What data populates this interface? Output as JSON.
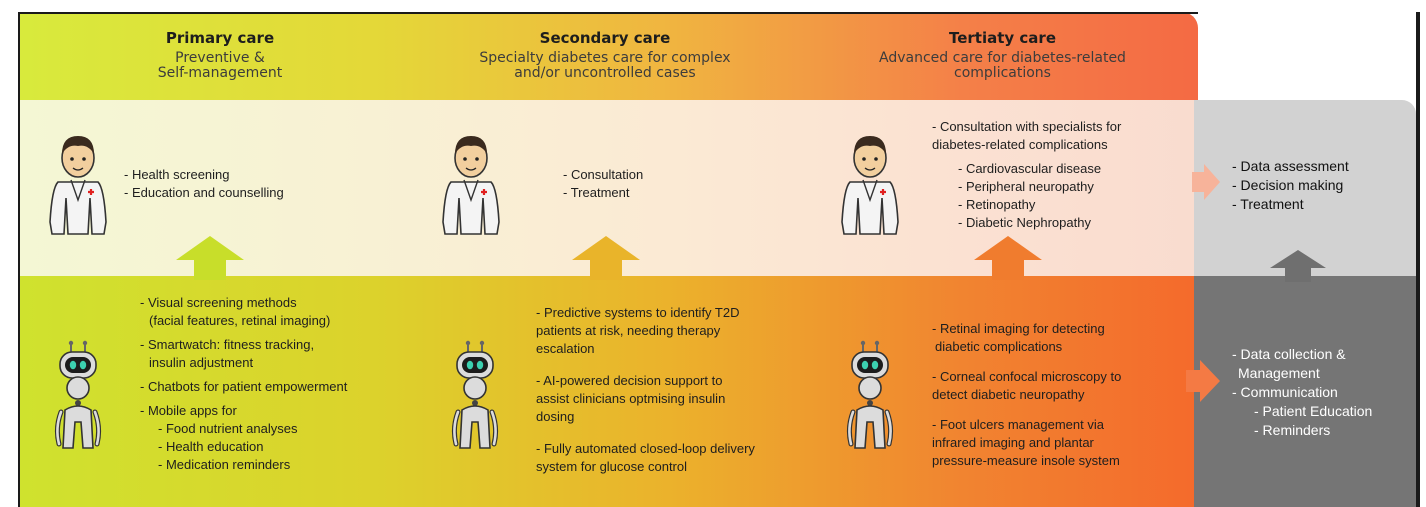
{
  "columns": [
    {
      "title": "Primary care",
      "subtitle": [
        "Preventive &",
        "Self-management"
      ],
      "doctor_items": [
        "- Health screening",
        "- Education and counselling"
      ],
      "ai_items": [
        "- Visual screening methods",
        "  (facial features, retinal imaging)",
        "- Smartwatch: fitness tracking,",
        "  insulin adjustment",
        "- Chatbots for patient empowerment",
        "- Mobile apps for",
        "    - Food nutrient analyses",
        "    - Health education",
        "    - Medication reminders"
      ]
    },
    {
      "title": "Secondary care",
      "subtitle": [
        "Specialty diabetes care for complex",
        "and/or uncontrolled cases"
      ],
      "doctor_items": [
        "- Consultation",
        "- Treatment"
      ],
      "ai_items": [
        "- Predictive systems to identify T2D",
        "patients at risk, needing therapy",
        "escalation",
        "- AI-powered decision support to",
        "assist clinicians optmising insulin",
        "dosing",
        "- Fully automated closed-loop delivery",
        "system for glucose control"
      ]
    },
    {
      "title": "Tertiaty care",
      "subtitle": [
        "Advanced care for diabetes-related",
        "complications"
      ],
      "doctor_items": [
        "- Consultation with specialists for",
        "diabetes-related complications",
        "- Cardiovascular disease",
        "- Peripheral neuropathy",
        "- Retinopathy",
        "- Diabetic Nephropathy"
      ],
      "ai_items": [
        "- Retinal imaging for detecting",
        "  diabetic complications",
        "- Corneal confocal microscopy to",
        "detect diabetic neuropathy",
        "- Foot ulcers management via",
        "infrared imaging and plantar",
        "pressure-measure insole system"
      ]
    }
  ],
  "gray": {
    "top_items": [
      "- Data assessment",
      "- Decision making",
      "- Treatment"
    ],
    "bottom_items": [
      "- Data collection &",
      "  Management",
      "- Communication",
      "- Patient Education",
      "- Reminders"
    ]
  },
  "colors": {
    "arrow1": "#c8de2a",
    "arrow2": "#e9b42a",
    "arrow3": "#f07c2e",
    "arrow4": "#6f6f6f",
    "arrow_side": "#f47a44"
  },
  "icons": [
    "doctor-icon",
    "robot-icon",
    "up-arrow-icon",
    "right-arrow-icon"
  ]
}
